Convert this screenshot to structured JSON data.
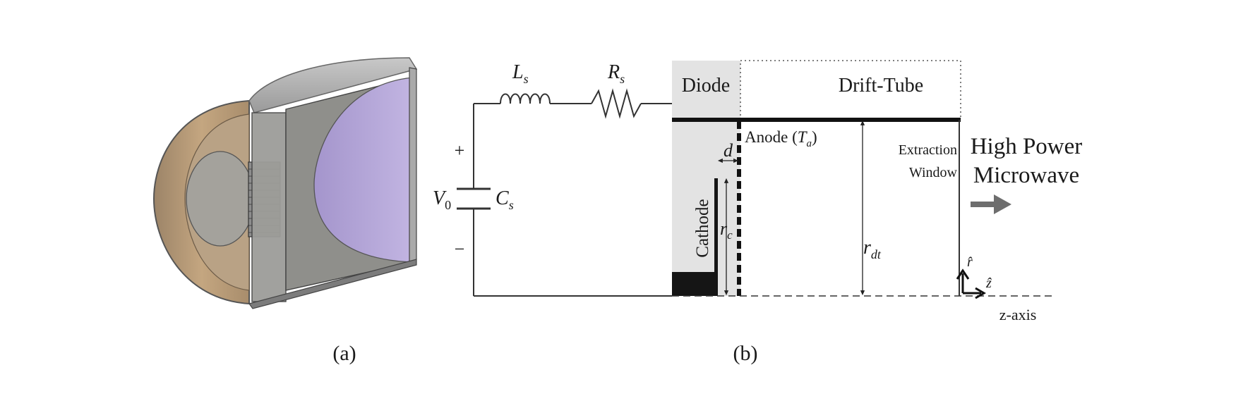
{
  "panel_a": {
    "caption": "(a)"
  },
  "panel_b": {
    "caption": "(b)",
    "inductor": {
      "sym": "L",
      "sub": "s"
    },
    "resistor": {
      "sym": "R",
      "sub": "s"
    },
    "capacitor": {
      "sym": "C",
      "sub": "s"
    },
    "source": {
      "sym": "V",
      "sub": "0"
    },
    "plus": "+",
    "minus": "−",
    "diode_label": "Diode",
    "drift_label": "Drift-Tube",
    "anode": {
      "prefix": "Anode (",
      "sym": "T",
      "sub": "a",
      "suffix": ")"
    },
    "gap_label": "d",
    "cathode_label": "Cathode",
    "rc": {
      "sym": "r",
      "sub": "c"
    },
    "rdt": {
      "sym": "r",
      "sub": "dt"
    },
    "extraction": [
      "Extraction",
      "Window"
    ],
    "output": [
      "High Power",
      "Microwave"
    ],
    "axis_r": "r̂",
    "axis_z": "ẑ",
    "zaxis_label": "z-axis"
  },
  "colors": {
    "diode_region": "#e3e3e3",
    "cathode_block": "#151515",
    "arrow": "#6e6e6e",
    "inner_window": "#b3a5d6",
    "outer_shell": "#b59a78"
  }
}
